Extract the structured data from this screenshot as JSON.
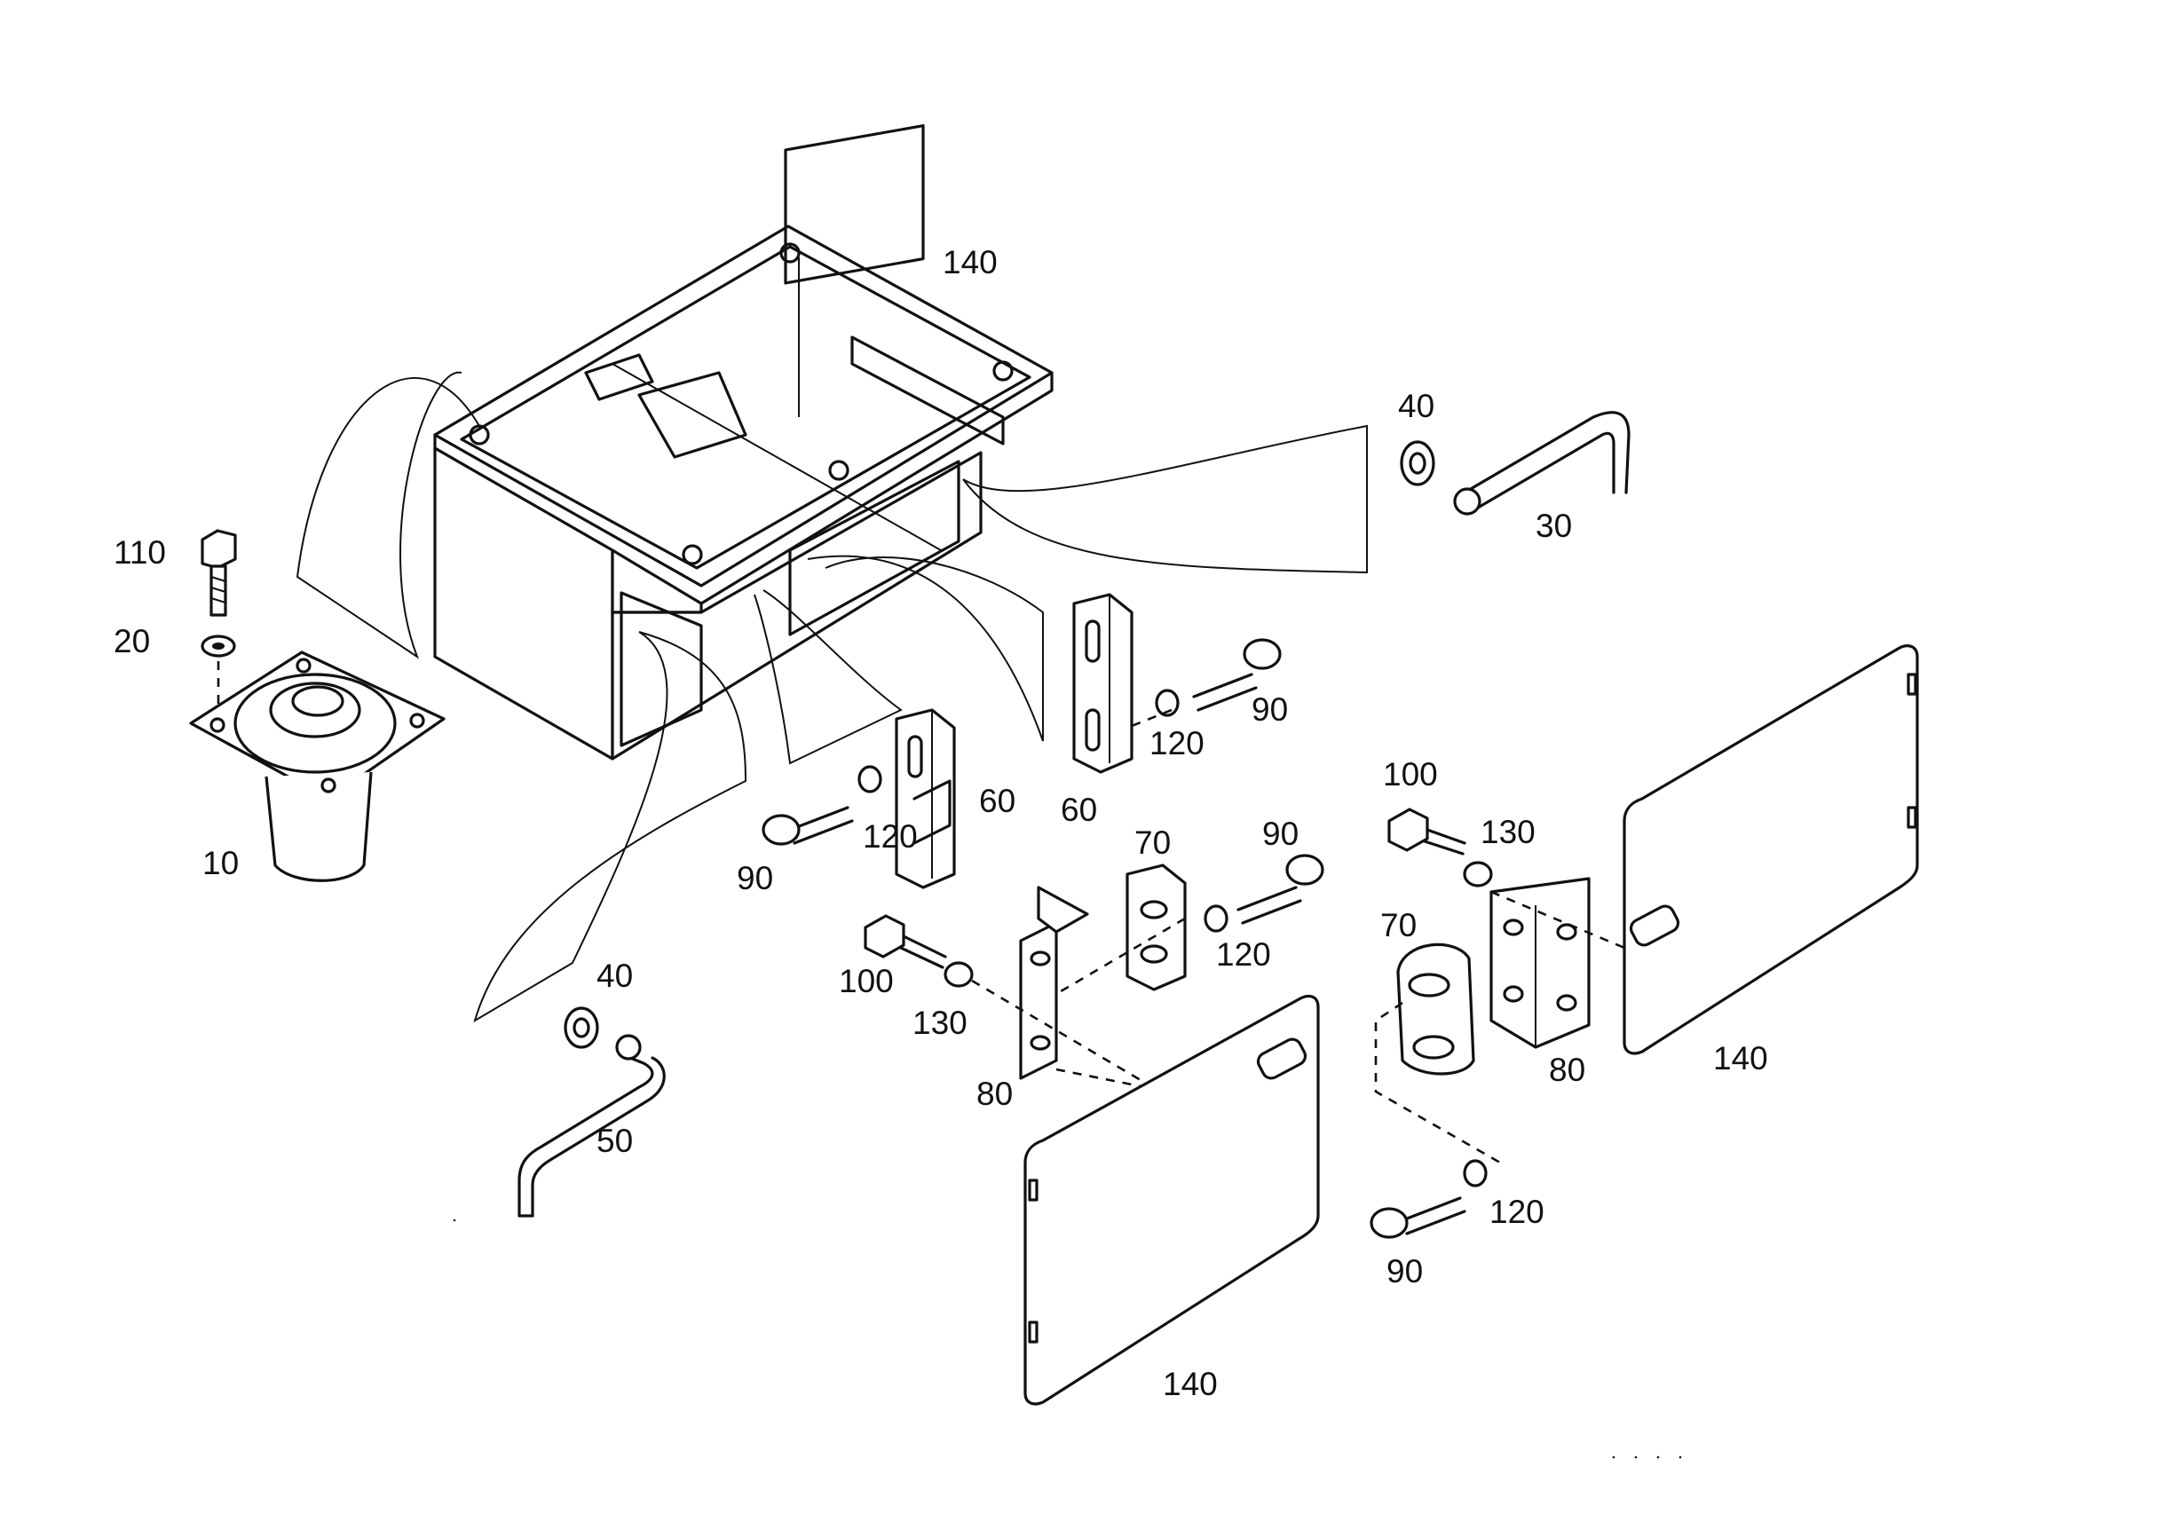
{
  "diagram": {
    "callouts": {
      "p140_frame": "140",
      "p40_top": "40",
      "p30": "30",
      "p110": "110",
      "p20": "20",
      "p10": "10",
      "p90_a": "90",
      "p120_a": "120",
      "p60_a": "60",
      "p60_b": "60",
      "p120_b": "120",
      "p90_b": "90",
      "p100_a": "100",
      "p130_a": "130",
      "p70_a": "70",
      "p90_c": "90",
      "p120_c": "120",
      "p100_b": "100",
      "p130_b": "130",
      "p70_b": "70",
      "p80_a": "80",
      "p80_b": "80",
      "p140_right": "140",
      "p40_bottom": "40",
      "p50": "50",
      "p120_d": "120",
      "p90_d": "90",
      "p140_bottom": "140"
    }
  }
}
